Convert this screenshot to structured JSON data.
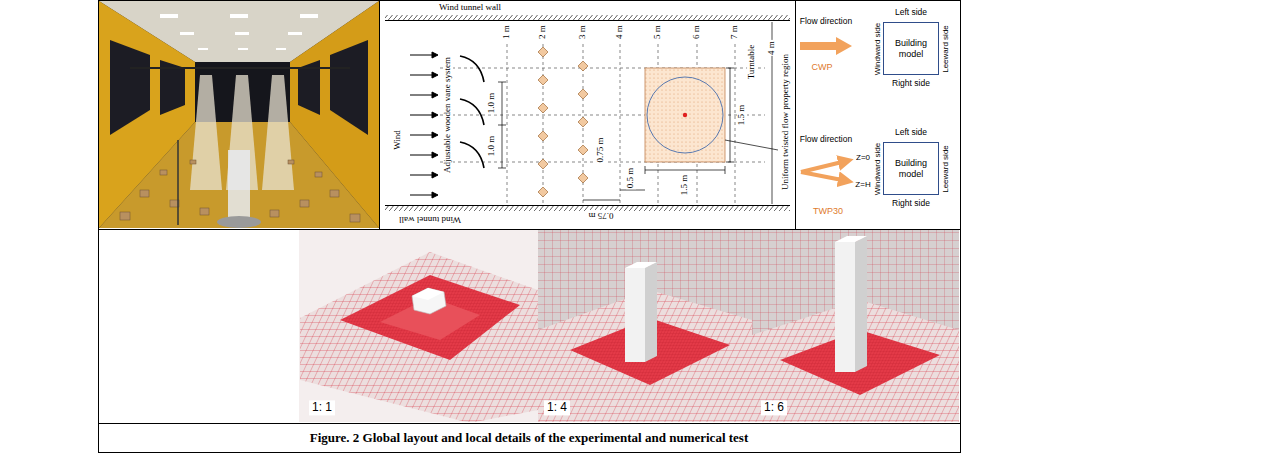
{
  "diagram": {
    "caption": "Figure. 2 Global layout and local details of the experimental and numerical test",
    "nodes": [
      {
        "text": [
          "Building model"
        ]
      },
      {
        "text": [
          "Building model"
        ]
      }
    ],
    "labels": [
      "Wind tunnel wall",
      "1 m",
      "2 m",
      "3 m",
      "4 m",
      "5 m",
      "6 m",
      "7 m",
      "Turntable",
      "4 m",
      "Wind",
      "Adjustable wooden vane system",
      "1.0 m",
      "1.0 m",
      "0.75 m",
      "0.5 m",
      "1.5 m",
      "1.5 m",
      "Uniform twisted flow property region",
      "Wind tunnel wall",
      "0.75 m",
      "Flow direction",
      "Left side",
      "Windward side",
      "Leeward side",
      "Right side",
      "CWP",
      "Flow direction",
      "Left side",
      "Z=0",
      "Z=H",
      "Windward side",
      "Leeward side",
      "Right side",
      "TWP30",
      "1: 1",
      "1: 4",
      "1: 6"
    ]
  }
}
